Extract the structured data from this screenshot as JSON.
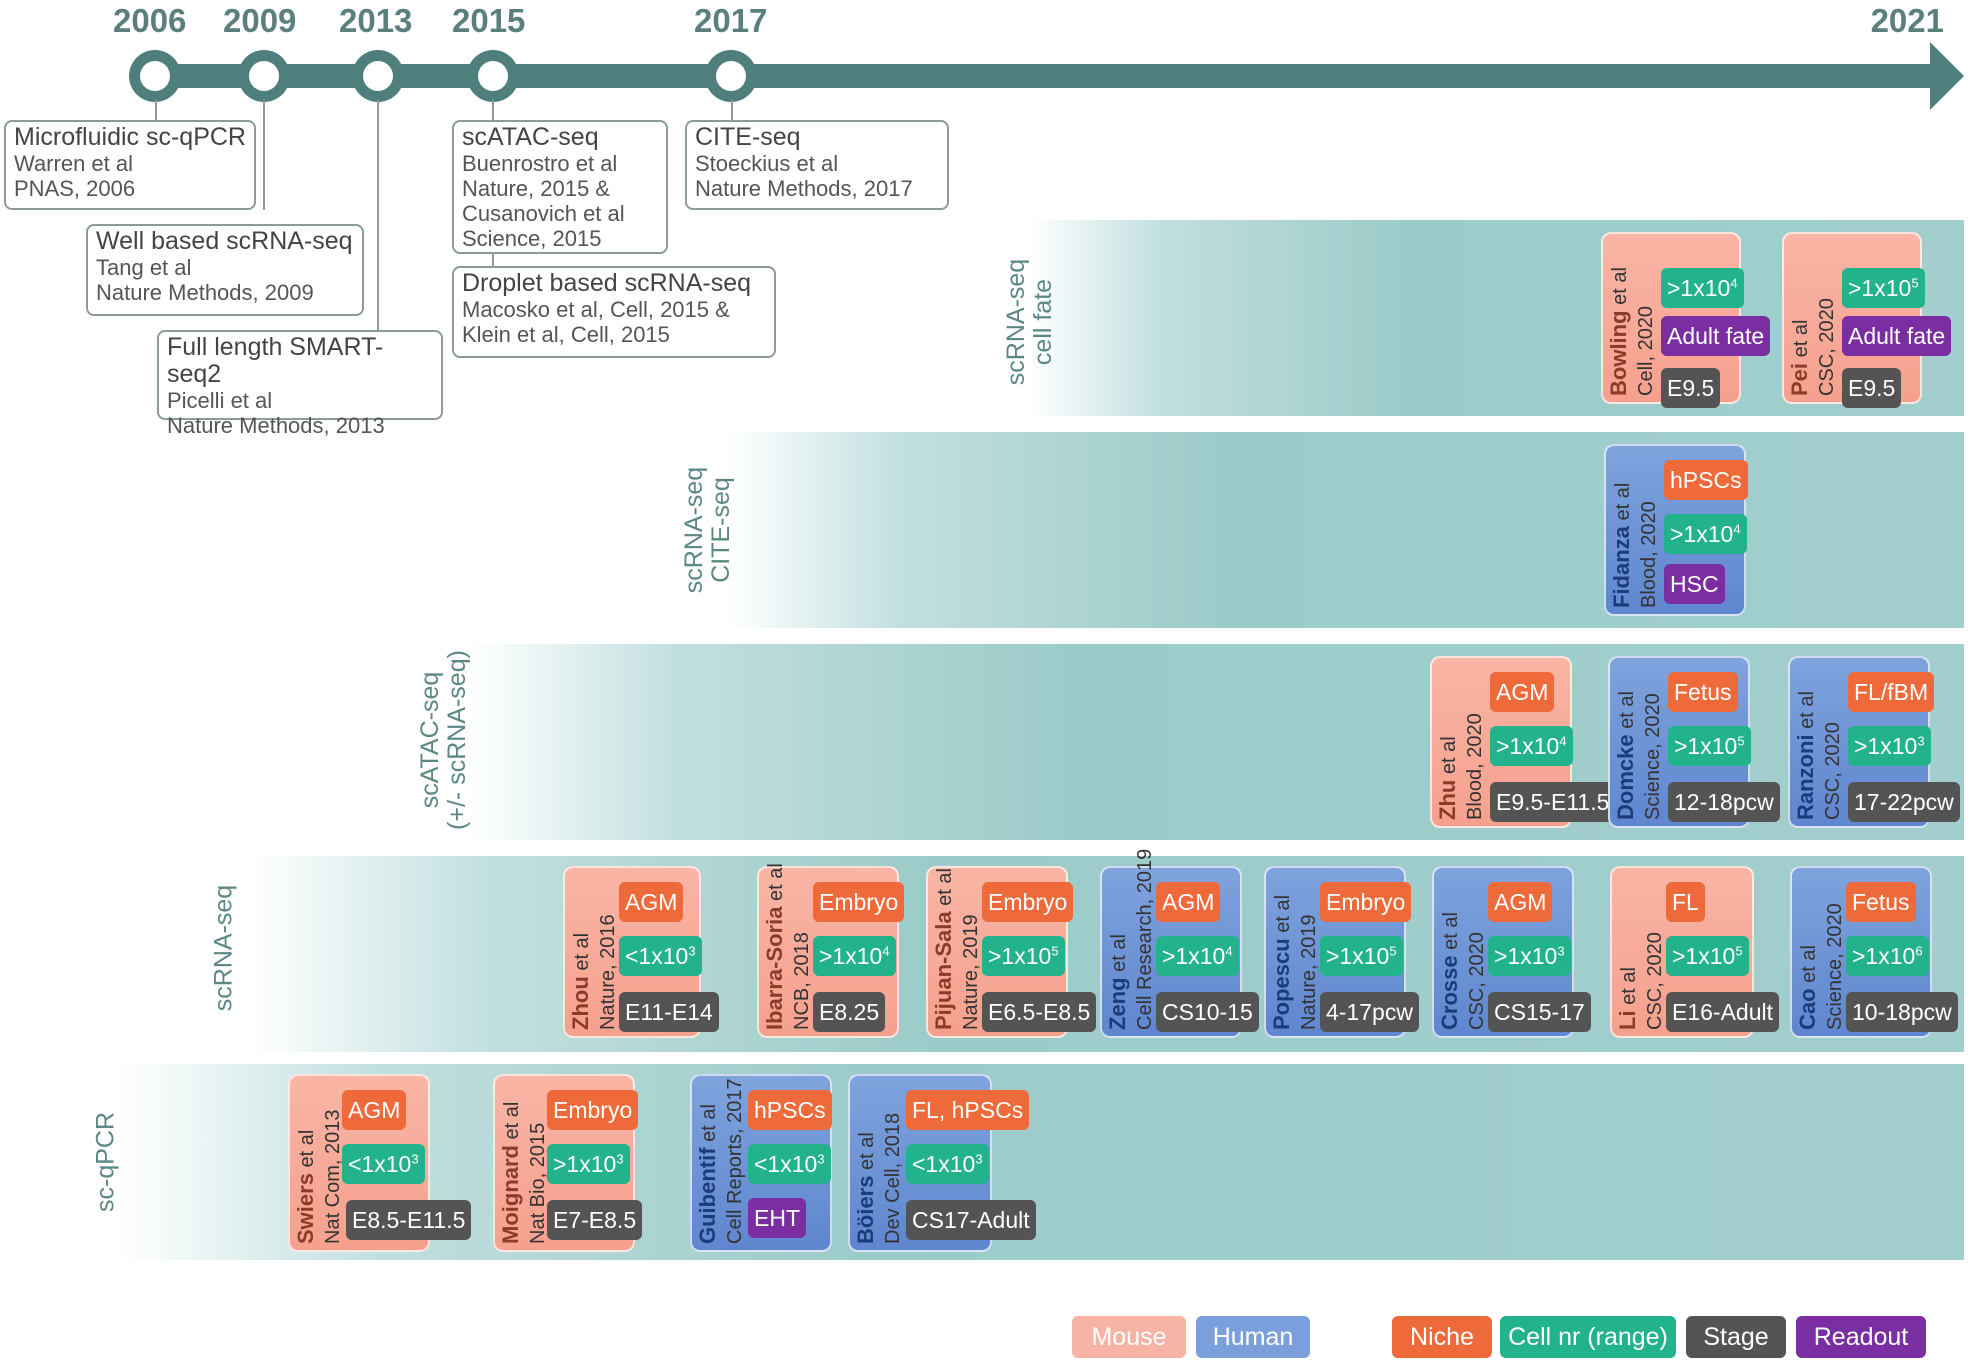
{
  "timeline": {
    "years": [
      "2006",
      "2009",
      "2013",
      "2015",
      "2017",
      "2021"
    ]
  },
  "technologies": [
    {
      "name": "Microfluidic sc-qPCR",
      "ref": "Warren et al\nPNAS, 2006"
    },
    {
      "name": "Well based scRNA-seq",
      "ref": "Tang et al\nNature Methods, 2009"
    },
    {
      "name": "Full length SMART-seq2",
      "ref": "Picelli et al\nNature Methods, 2013"
    },
    {
      "name": "scATAC-seq",
      "ref": "Buenrostro et al\nNature, 2015 &\nCusanovich et al\nScience, 2015"
    },
    {
      "name": "Droplet based scRNA-seq",
      "ref": "Macosko et al, Cell, 2015 &\nKlein et al, Cell, 2015"
    },
    {
      "name": "CITE-seq",
      "ref": "Stoeckius et al\nNature Methods, 2017"
    }
  ],
  "bands": [
    {
      "label": [
        "scRNA-seq",
        "cell fate"
      ]
    },
    {
      "label": [
        "scRNA-seq",
        "CITE-seq"
      ]
    },
    {
      "label": [
        "scATAC-seq",
        "(+/- scRNA-seq)"
      ]
    },
    {
      "label": [
        "scRNA-seq"
      ]
    },
    {
      "label": [
        "sc-qPCR"
      ]
    }
  ],
  "studies": [
    {
      "author": "Bowling",
      "etal": " et al",
      "journal": "Cell, 2020",
      "species": "mouse",
      "niche": "",
      "cells": ">1x10|4",
      "stage": "E9.5",
      "readout": "Adult fate"
    },
    {
      "author": "Pei",
      "etal": " et al",
      "journal": "CSC, 2020",
      "species": "mouse",
      "niche": "",
      "cells": ">1x10|5",
      "stage": "E9.5",
      "readout": "Adult fate"
    },
    {
      "author": "Fidanza",
      "etal": " et al",
      "journal": "Blood, 2020",
      "species": "human",
      "niche": "hPSCs",
      "cells": ">1x10|4",
      "stage": "",
      "readout": "HSC"
    },
    {
      "author": "Zhu",
      "etal": " et al",
      "journal": "Blood, 2020",
      "species": "mouse",
      "niche": "AGM",
      "cells": ">1x10|4",
      "stage": "E9.5-E11.5",
      "readout": ""
    },
    {
      "author": "Domcke",
      "etal": " et al",
      "journal": "Science, 2020",
      "species": "human",
      "niche": "Fetus",
      "cells": ">1x10|5",
      "stage": "12-18pcw",
      "readout": ""
    },
    {
      "author": "Ranzoni",
      "etal": " et al",
      "journal": "CSC, 2020",
      "species": "human",
      "niche": "FL/fBM",
      "cells": ">1x10|3",
      "stage": "17-22pcw",
      "readout": ""
    },
    {
      "author": "Zhou",
      "etal": " et al",
      "journal": "Nature, 2016",
      "species": "mouse",
      "niche": "AGM",
      "cells": "<1x10|3",
      "stage": "E11-E14",
      "readout": ""
    },
    {
      "author": "Ibarra-Soria",
      "etal": " et al",
      "journal": "NCB, 2018",
      "species": "mouse",
      "niche": "Embryo",
      "cells": ">1x10|4",
      "stage": "E8.25",
      "readout": ""
    },
    {
      "author": "Pijuan-Sala",
      "etal": " et al",
      "journal": "Nature, 2019",
      "species": "mouse",
      "niche": "Embryo",
      "cells": ">1x10|5",
      "stage": "E6.5-E8.5",
      "readout": ""
    },
    {
      "author": "Zeng",
      "etal": " et al",
      "journal": "Cell Research, 2019",
      "species": "human",
      "niche": "AGM",
      "cells": ">1x10|4",
      "stage": "CS10-15",
      "readout": ""
    },
    {
      "author": "Popescu",
      "etal": " et al",
      "journal": "Nature, 2019",
      "species": "human",
      "niche": "Embryo",
      "cells": ">1x10|5",
      "stage": "4-17pcw",
      "readout": ""
    },
    {
      "author": "Crosse",
      "etal": " et al",
      "journal": "CSC, 2020",
      "species": "human",
      "niche": "AGM",
      "cells": ">1x10|3",
      "stage": "CS15-17",
      "readout": ""
    },
    {
      "author": "Li",
      "etal": " et al",
      "journal": "CSC, 2020",
      "species": "mouse",
      "niche": "FL",
      "cells": ">1x10|5",
      "stage": "E16-Adult",
      "readout": ""
    },
    {
      "author": "Cao",
      "etal": " et al",
      "journal": "Science, 2020",
      "species": "human",
      "niche": "Fetus",
      "cells": ">1x10|6",
      "stage": "10-18pcw",
      "readout": ""
    },
    {
      "author": "Swiers",
      "etal": " et al",
      "journal": "Nat Com, 2013",
      "species": "mouse",
      "niche": "AGM",
      "cells": "<1x10|3",
      "stage": "E8.5-E11.5",
      "readout": ""
    },
    {
      "author": "Moignard",
      "etal": " et al",
      "journal": "Nat Bio, 2015",
      "species": "mouse",
      "niche": "Embryo",
      "cells": ">1x10|3",
      "stage": "E7-E8.5",
      "readout": ""
    },
    {
      "author": "Guibentif",
      "etal": " et al",
      "journal": "Cell Reports, 2017",
      "species": "human",
      "niche": "hPSCs",
      "cells": "<1x10|3",
      "stage": "",
      "readout": "EHT"
    },
    {
      "author": "Böiers",
      "etal": " et al",
      "journal": "Dev Cell, 2018",
      "species": "human",
      "niche": "FL, hPSCs",
      "cells": "<1x10|3",
      "stage": "CS17-Adult",
      "readout": ""
    }
  ],
  "legend": {
    "mouse": "Mouse",
    "human": "Human",
    "niche": "Niche",
    "cell": "Cell nr (range)",
    "stage": "Stage",
    "readout": "Readout"
  }
}
